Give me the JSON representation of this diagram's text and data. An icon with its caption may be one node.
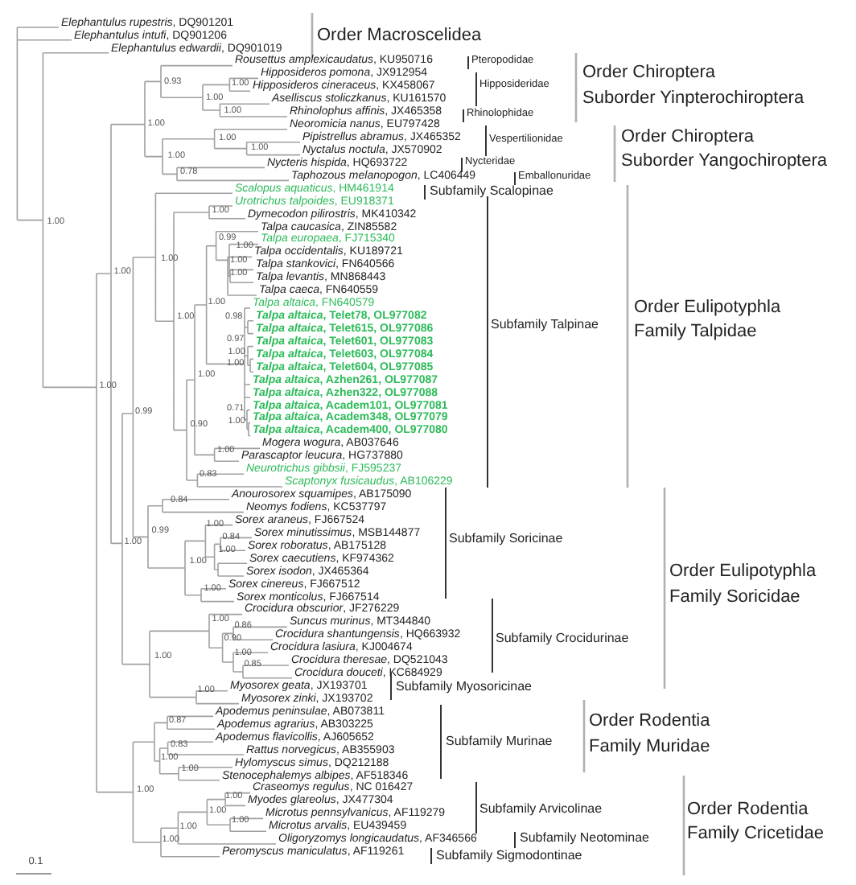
{
  "diagram": {
    "labels": [
      "*Elephantulus rupestris*, DQ901201",
      "*Elephantulus intufi*, DQ901206",
      "Order Macroscelidea",
      "*Elephantulus edwardii*, DQ901019",
      "*Rousettus amplexicaudatus*, KU950716",
      "Pteropodidae",
      "*Hipposideros pomona*, JX912954",
      "Order Chiroptera",
      "0.93",
      "1.00",
      "*Hipposideros cineraceus*, KX458067",
      "Hipposideridae",
      "1.00",
      "*Aselliscus stoliczkanus*, KU161570",
      "Suborder Yinpterochiroptera",
      "1.00",
      "*Rhinolophus affinis*, JX465358",
      "Rhinolophidae",
      "1.00",
      "*Neoromicia nanus*, EU797428",
      "1.00",
      "*Pipistrellus abramus*, JX465352",
      "Vespertilionidae",
      "Order Chiroptera",
      "1.00",
      "*Nyctalus noctula*, JX570902",
      "1.00",
      "*Nycteris hispida*, HQ693722",
      "Nycteridae",
      "Suborder Yangochiroptera",
      "0.78",
      "*Taphozous melanopogon*, LC406449",
      "Emballonuridae",
      "*Scalopus aquaticus*, HM461914",
      "Subfamily Scalopinae",
      "*Urotrichus talpoides*, EU918371",
      "1.00",
      "*Dymecodon pilirostris*, MK410342",
      "1.00",
      "*Talpa caucasica*, ZIN85582",
      "0.99",
      "*Talpa europaea*, FJ715340",
      "1.00",
      "*Talpa occidentalis*, KU189721",
      "1.00",
      "1.00",
      "*Talpa stankovici*, FN640566",
      "1.00",
      "1.00",
      "*Talpa levantis*, MN868443",
      "*Talpa caeca*, FN640559",
      "1.00",
      "*Talpa altaica*, FN640579",
      "Order Eulipotyphla",
      "1.00",
      "0.98",
      "*Talpa altaica*, Telet78, OL977082",
      "*Talpa altaica*, Telet615, OL977086",
      "Subfamily Talpinae",
      "Family Talpidae",
      "0.97",
      "*Talpa altaica*, Telet601, OL977083",
      "1.00",
      "*Talpa altaica*, Telet603, OL977084",
      "1.00",
      "*Talpa altaica*, Telet604, OL977085",
      "1.00",
      "*Talpa altaica*, Azhen261, OL977087",
      "1.00",
      "*Talpa altaica*, Azhen322, OL977088",
      "*Talpa altaica*, Academ101, OL977081",
      "0.99",
      "0.71",
      "*Talpa altaica*, Academ348, OL977079",
      "0.90",
      "1.00",
      "*Talpa altaica*, Academ400, OL977080",
      "*Mogera wogura*, AB037646",
      "1.00",
      "*Parascaptor leucura*, HG737880",
      "*Neurotrichus gibbsii*, FJ595237",
      "0.83",
      "*Scaptonyx fusicaudus*, AB106229",
      "*Anourosorex squamipes*, AB175090",
      "0.84",
      "*Neomys fodiens*, KC537797",
      "1.00",
      "*Sorex araneus*, FJ667524",
      "0.99",
      "*Sorex minutissimus*, MSB144877",
      "1.00",
      "0.84",
      "Subfamily Soricinae",
      "*Sorex roboratus*, AB175128",
      "1.00",
      "*Sorex caecutiens*, KF974362",
      "1.00",
      "*Sorex isodon*, JX465364",
      "Order Eulipotyphla",
      "*Sorex cinereus*, FJ667512",
      "1.00",
      "*Sorex monticolus*, FJ667514",
      "Family Soricidae",
      "*Crocidura obscurior*, JF276229",
      "1.00",
      "*Suncus murinus*, MT344840",
      "0.86",
      "*Crocidura shantungensis*, HQ663932",
      "Subfamily Crocidurinae",
      "0.90",
      "*Crocidura lasiura*, KJ004674",
      "1.00",
      "1.00",
      "*Crocidura theresae*, DQ521043",
      "0.85",
      "*Crocidura douceti*, KC684929",
      "*Myosorex geata*, JX193701",
      "Subfamily Myosoricinae",
      "1.00",
      "*Myosorex zinki*, JX193702",
      "*Apodemus peninsulae*, AB073811",
      "0.87",
      "*Apodemus agrarius*, AB303225",
      "Order Rodentia",
      "*Apodemus flavicollis*, AJ605652",
      "Subfamily Murinae",
      "0.83",
      "*Rattus norvegicus*, AB355903",
      "Family Muridae",
      "1.00",
      "*Hylomyscus simus*, DQ212188",
      "1.00",
      "*Stenocephalemys albipes*, AF518346",
      "1.00",
      "*Craseomys regulus*, NC 016427",
      "1.00",
      "*Myodes glareolus*, JX477304",
      "1.00",
      "*Microtus pennsylvanicus*, AF119279",
      "Subfamily Arvicolinae",
      "Order Rodentia",
      "1.00",
      "1.00",
      "*Microtus arvalis*, EU439459",
      "1.00",
      "*Oligoryzomys longicaudatus*, AF346566",
      "Subfamily Neotominae",
      "Family Cricetidae",
      "*Peromyscus maniculatus*, AF119261",
      "Subfamily Sigmodontinae",
      "0.1"
    ]
  }
}
